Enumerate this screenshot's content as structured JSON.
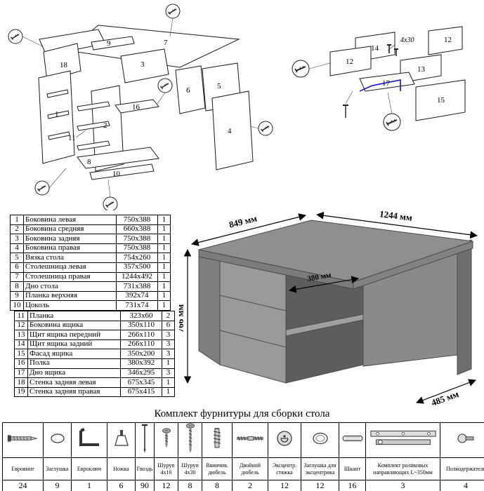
{
  "parts_table_1": {
    "rows": [
      [
        "1",
        "Боковина левая",
        "750x388",
        "1"
      ],
      [
        "2",
        "Боковина средняя",
        "660x388",
        "1"
      ],
      [
        "3",
        "Боковина задняя",
        "750x388",
        "1"
      ],
      [
        "4",
        "Боковина правая",
        "750x388",
        "1"
      ],
      [
        "5",
        "Вязка стола",
        "754x260",
        "1"
      ],
      [
        "6",
        "Столешница левая",
        "357x500",
        "1"
      ],
      [
        "7",
        "Столешница правая",
        "1244x492",
        "1"
      ],
      [
        "8",
        "Дно стола",
        "731x388",
        "1"
      ],
      [
        "9",
        "Планка верхняя",
        "392x74",
        "1"
      ],
      [
        "10",
        "Цоколь",
        "731x74",
        "1"
      ]
    ]
  },
  "parts_table_2": {
    "rows": [
      [
        "11",
        "Планка",
        "323x60",
        "2"
      ],
      [
        "12",
        "Боковина ящика",
        "350x110",
        "6"
      ],
      [
        "13",
        "Щит ящика передний",
        "266x110",
        "3"
      ],
      [
        "14",
        "Щит ящика задний",
        "266x110",
        "3"
      ],
      [
        "15",
        "Фасад ящика",
        "350x200",
        "3"
      ],
      [
        "16",
        "Полка",
        "380x392",
        "1"
      ],
      [
        "17",
        "Дно ящика",
        "346x295",
        "3"
      ],
      [
        "18",
        "Стенка задняя левая",
        "675x345",
        "1"
      ],
      [
        "19",
        "Стенка задняя правая",
        "675x415",
        "1"
      ]
    ]
  },
  "diagram": {
    "main_labels": {
      "l1": "1",
      "l2": "2",
      "l3": "3",
      "l4": "4",
      "l5": "5",
      "l6": "6",
      "l7": "7",
      "l8": "8",
      "l9": "9",
      "l10": "10",
      "l11": "11",
      "l16": "16",
      "l18": "18"
    },
    "drawer_labels": {
      "l12a": "12",
      "l12b": "12",
      "l13": "13",
      "l14": "14",
      "l15": "15",
      "l17": "17"
    },
    "screw_note": "4x30",
    "accent_blue": "#0000d0"
  },
  "desk": {
    "dims": {
      "left_width": "849 мм",
      "right_width": "1244 мм",
      "height": "766 мм",
      "shelf": "380 мм",
      "depth": "485 мм"
    },
    "colors": {
      "top": "#8f8f8f",
      "edge_left": "#7c7c7c",
      "edge_right": "#828282",
      "cabinet": "#9a9a9a",
      "left_side": "#7e7e7e",
      "interior": "#5d5d5d",
      "shelf": "#a0a0a0",
      "back": "#8a8a8a",
      "right_panel": "#6e6e6e"
    }
  },
  "hardware": {
    "title": "Комплект фурнитуры для сборки стола",
    "items": [
      {
        "name": "Евровинт",
        "qty": "24",
        "icon": "confirmat-screw-icon"
      },
      {
        "name": "Заглушка",
        "qty": "9",
        "icon": "cap-icon"
      },
      {
        "name": "Евроключ",
        "qty": "1",
        "icon": "hex-key-icon"
      },
      {
        "name": "Ножка",
        "qty": "6",
        "icon": "leg-icon"
      },
      {
        "name": "Гвоздь",
        "qty": "90",
        "icon": "nail-icon"
      },
      {
        "name": "Шуруп 4x16",
        "qty": "12",
        "icon": "screw-short-icon"
      },
      {
        "name": "Шуруп 4x30",
        "qty": "8",
        "icon": "screw-long-icon"
      },
      {
        "name": "Ввинчив. дюбель",
        "qty": "8",
        "icon": "screw-dowel-icon"
      },
      {
        "name": "Двойной дюбель",
        "qty": "2",
        "icon": "double-dowel-icon"
      },
      {
        "name": "Эксцентр. стяжка",
        "qty": "12",
        "icon": "cam-lock-icon"
      },
      {
        "name": "Заглушка для эксцентрика",
        "qty": "12",
        "icon": "cam-cap-icon"
      },
      {
        "name": "Шкант",
        "qty": "16",
        "icon": "wood-dowel-icon"
      },
      {
        "name": "Комплект роликовых направляющих L~350мм",
        "qty": "3",
        "icon": "drawer-slide-icon"
      },
      {
        "name": "Полкодержатель",
        "qty": "4",
        "icon": "shelf-pin-icon"
      }
    ]
  }
}
